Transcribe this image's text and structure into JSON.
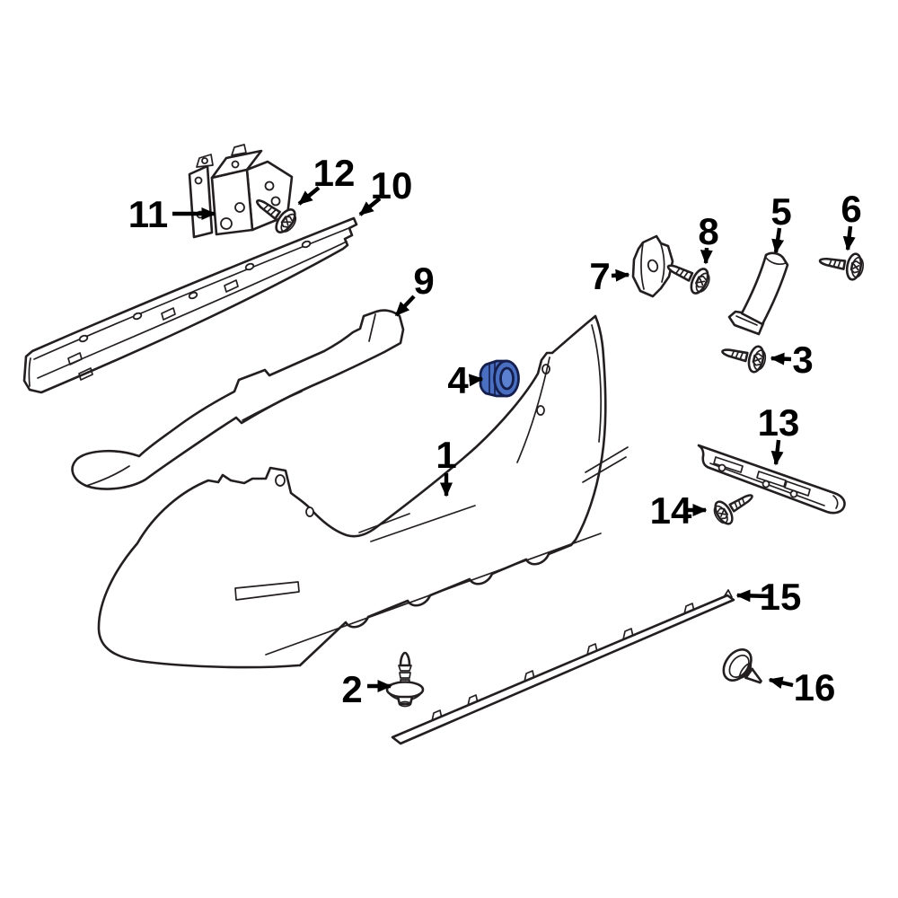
{
  "diagram": {
    "background_color": "#ffffff",
    "line_color": "#231f20",
    "label_color": "#000000",
    "highlighted_part": {
      "callout_number": "4",
      "fill_color": "#4a6fc0",
      "inner_fill_color": "#5b80cf",
      "stroke_color": "#141f4d"
    },
    "callouts": [
      {
        "number": "1"
      },
      {
        "number": "2"
      },
      {
        "number": "3"
      },
      {
        "number": "4"
      },
      {
        "number": "5"
      },
      {
        "number": "6"
      },
      {
        "number": "7"
      },
      {
        "number": "8"
      },
      {
        "number": "9"
      },
      {
        "number": "10"
      },
      {
        "number": "11"
      },
      {
        "number": "12"
      },
      {
        "number": "13"
      },
      {
        "number": "14"
      },
      {
        "number": "15"
      },
      {
        "number": "16"
      }
    ]
  }
}
